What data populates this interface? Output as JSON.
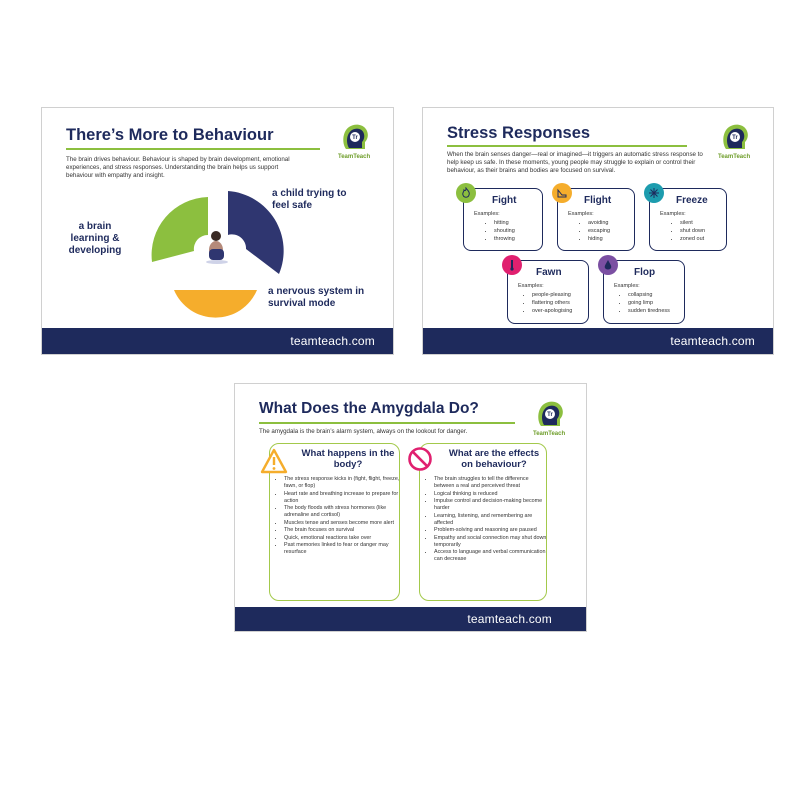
{
  "brand": {
    "logo_text": "TeamTeach",
    "footer_url": "teamteach.com",
    "accent": "#8cbf3f",
    "navy": "#1e2a5c"
  },
  "card1": {
    "title": "There’s More to Behaviour",
    "intro": "The brain drives behaviour. Behaviour is shaped by brain development, emotional experiences, and stress responses. Understanding the brain helps us support behaviour with empathy and insight.",
    "labels": {
      "left": "a brain learning & developing",
      "right": "a child trying to feel safe",
      "bottom": "a nervous system in survival mode"
    },
    "colors": {
      "left": "#8cbf3f",
      "right": "#2f3670",
      "bottom": "#f5ad2c"
    }
  },
  "card2": {
    "title": "Stress Responses",
    "intro": "When the brain senses danger—real or imagined—it triggers an automatic stress response to help keep us safe. In these moments, young people may struggle to explain or control their behaviour, as their brains and bodies are focused on survival.",
    "examples_label": "Examples:",
    "responses": [
      {
        "name": "Fight",
        "icon": "flame-icon",
        "color": "#8cbf3f",
        "examples": [
          "hitting",
          "shouting",
          "throwing"
        ]
      },
      {
        "name": "Flight",
        "icon": "shoe-icon",
        "color": "#f5ad2c",
        "examples": [
          "avoiding",
          "escaping",
          "hiding"
        ]
      },
      {
        "name": "Freeze",
        "icon": "snowflake-icon",
        "color": "#1d9cae",
        "examples": [
          "silent",
          "shut down",
          "zoned out"
        ]
      },
      {
        "name": "Fawn",
        "icon": "thermometer-icon",
        "color": "#e0206f",
        "examples": [
          "people-pleasing",
          "flattering others",
          "over-apologising"
        ]
      },
      {
        "name": "Flop",
        "icon": "drop-icon",
        "color": "#7b4fa2",
        "examples": [
          "collapsing",
          "going limp",
          "sudden tiredness"
        ]
      }
    ]
  },
  "card3": {
    "title": "What Does the Amygdala Do?",
    "intro": "The amygdala is the brain’s alarm system, always on the lookout for danger.",
    "left": {
      "title": "What happens in the body?",
      "icon": "warning-icon",
      "items": [
        "The stress response kicks in (fight, flight, freeze, fawn, or flop)",
        "Heart rate and breathing increase to prepare for action",
        "The body floods with stress hormones (like adrenaline and cortisol)",
        "Muscles tense and senses become more alert",
        "The brain focuses on survival",
        "Quick, emotional reactions take over",
        "Past memories linked to fear or danger may resurface"
      ]
    },
    "right": {
      "title": "What are the effects on behaviour?",
      "icon": "no-entry-icon",
      "items": [
        "The brain struggles to tell the difference between a real and perceived threat",
        "Logical thinking is reduced",
        "Impulse control and decision-making become harder",
        "Learning, listening, and remembering are affected",
        "Problem-solving and reasoning are paused",
        "Empathy and social connection may shut down temporarily",
        "Access to language and verbal communication can decrease"
      ]
    }
  }
}
